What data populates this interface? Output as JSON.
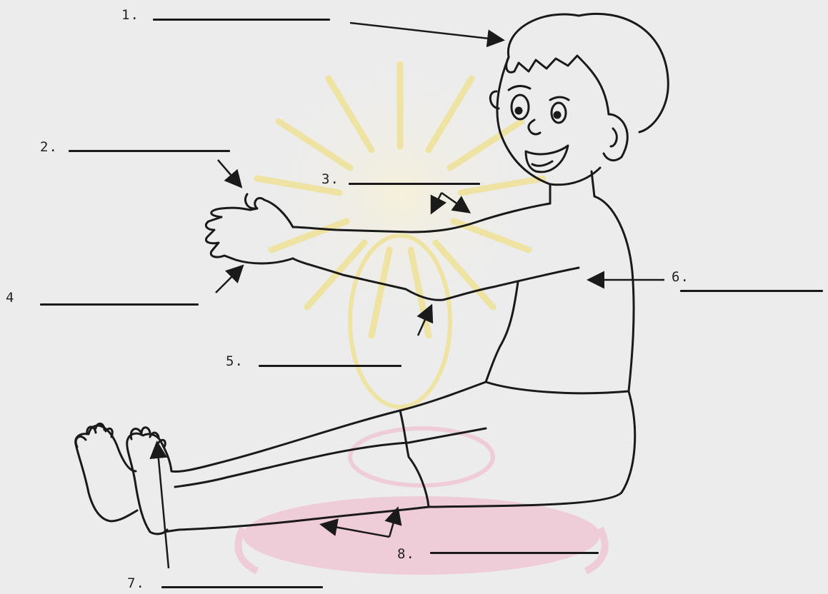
{
  "worksheet": {
    "labels": [
      {
        "number": "1."
      },
      {
        "number": "2."
      },
      {
        "number": "3."
      },
      {
        "number": "4"
      },
      {
        "number": "5."
      },
      {
        "number": "6."
      },
      {
        "number": "7."
      },
      {
        "number": "8."
      }
    ],
    "illustration": "boy-sitting-stretching-icon",
    "watermark": "university-seal-watermark",
    "colors": {
      "ink": "#1a1a1a",
      "paper": "#ececec",
      "watermark_gold": "#f2dc6a",
      "watermark_pink": "#f3b4c8"
    }
  }
}
